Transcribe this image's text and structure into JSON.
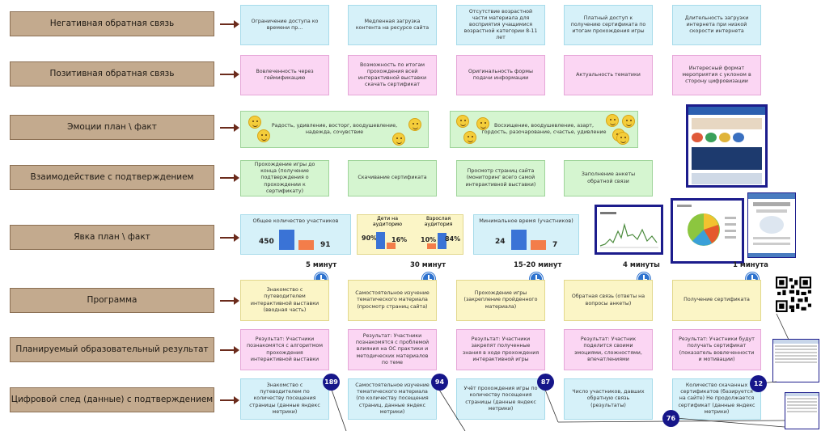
{
  "rows": {
    "negative": "Негативная обратная связь",
    "positive": "Позитивная обратная связь",
    "emotions": "Эмоции план \\ факт",
    "interaction": "Взаимодействие с подтверждением",
    "attendance": "Явка план \\ факт",
    "program": "Программа",
    "planned": "Планируемый образовательный результат",
    "digital": "Цифровой след (данные) с подтверждением"
  },
  "negative_cards": [
    "Ограничение доступа ко времени пр...",
    "Медленная загрузка контента на ресурсе сайта",
    "Отсутствие возрастной части материала для восприятия учащимися возрастной категории 8-11 лет",
    "Платный доступ к получению сертификата по итогам прохождения игры",
    "Длительность загрузки интернета при низкой скорости интернета"
  ],
  "positive_cards": [
    "Вовлеченность через геймификацию",
    "Возможность по итогам прохождения всей интерактивной выставки скачать сертификат",
    "Оригинальность формы подачи информации",
    "Актуальность тематики",
    "Интересный формат мероприятия с уклоном в сторону цифровизации"
  ],
  "emotion_cards": [
    "Радость, удивление, восторг, воодушевление, надежда, сочувствие",
    "Восхищение, воодушевление, азарт, гордость, разочарование, счастье, удивление"
  ],
  "interaction_cards": [
    "Прохождение игры до конца (получение подтверждения о прохождении к сертификату)",
    "Скачивание сертификата",
    "Просмотр страниц сайта (мониторинг всего самой интерактивной выставки)",
    "Заполнение анкеты обратной связи"
  ],
  "attendance": {
    "card1": {
      "title": "Общее количество участников",
      "plan": "450",
      "fact": "91"
    },
    "card2": {
      "col1_title": "Дети на аудиторию",
      "col1_plan": "90%",
      "col1_fact": "16%",
      "col2_title": "Взрослая аудитория",
      "col2_plan": "10%",
      "col2_fact": "84%"
    },
    "card3": {
      "title": "Минимальное время (участников)",
      "plan": "24",
      "fact": "7"
    }
  },
  "times": [
    "5 минут",
    "30 минут",
    "15-20 минут",
    "4 минуты",
    "1 минута"
  ],
  "program_cards": [
    "Знакомство с путеводителем интерактивной выставки (вводная часть)",
    "Самостоятельное изучение тематического материала (просмотр страниц сайта)",
    "Прохождение игры (закрепление пройденного материала)",
    "Обратная связь (ответы на вопросы анкеты)",
    "Получение сертификата"
  ],
  "planned_cards": [
    "Результат: Участники познакомятся с алгоритмом прохождения интерактивной выставки",
    "Результат: Участники познакомятся с проблемой влияния на ОС практики и методических материалов по теме",
    "Результат: Участники закрепят полученные знания в ходе прохождения интерактивной игры",
    "Результат: Участник поделится своими эмоциями, сложностями, впечатлениями",
    "Результат: Участники будут получать сертификат (показатель вовлеченности и мотивации)"
  ],
  "digital_cards": [
    "Знакомство с путеводителем по количеству посещения страницы (данные яндекс метрики)",
    "Самостоятельное изучение тематического материала (по количеству посещения страниц, данные яндекс метрики)",
    "Учёт прохождения игры по количеству посещения страницы (данные яндекс метрики)",
    "Число участников, давших обратную связь (результаты)",
    "Количество скачанных сертификатов (базируется на сайте) Не продолжается сертификат (данные яндекс метрики)"
  ],
  "badges": [
    "189",
    "94",
    "87",
    "12",
    "76"
  ],
  "colors": {
    "label_bg": "#c3aa8e",
    "arrow": "#6b2b1c",
    "blue_card": "#d6f1f9",
    "pink_card": "#fbd6f3",
    "green_card": "#d5f5d0",
    "yellow_card": "#fbf5c6",
    "badge": "#16168a",
    "clock": "#2d72cf"
  }
}
